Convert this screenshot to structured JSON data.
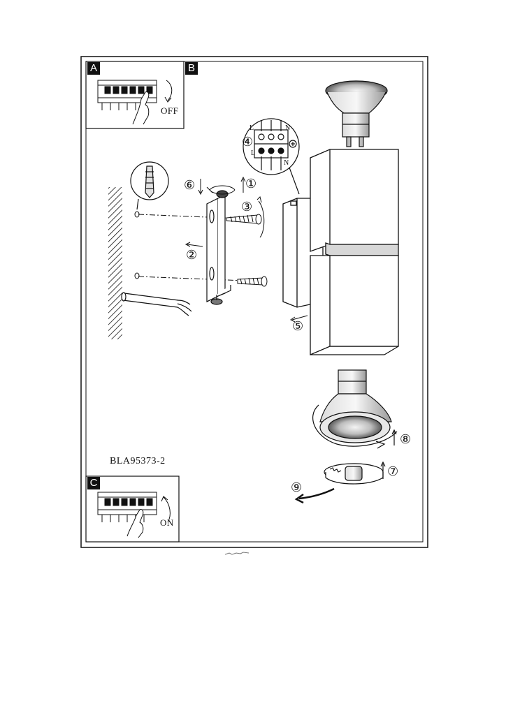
{
  "panels": {
    "a": {
      "letter": "A",
      "switch_label": "OFF"
    },
    "b": {
      "letter": "B"
    },
    "c": {
      "letter": "C",
      "switch_label": "ON"
    }
  },
  "model_code": "BLA95373-2",
  "steps": {
    "s1": "①",
    "s2": "②",
    "s3": "③",
    "s4": "④",
    "s5": "⑤",
    "s6": "⑥",
    "s7": "⑦",
    "s8": "⑧",
    "s9": "⑨"
  },
  "terminal": {
    "top_left": "L",
    "top_right": "N",
    "bottom_left": "L",
    "bottom_right": "N"
  }
}
